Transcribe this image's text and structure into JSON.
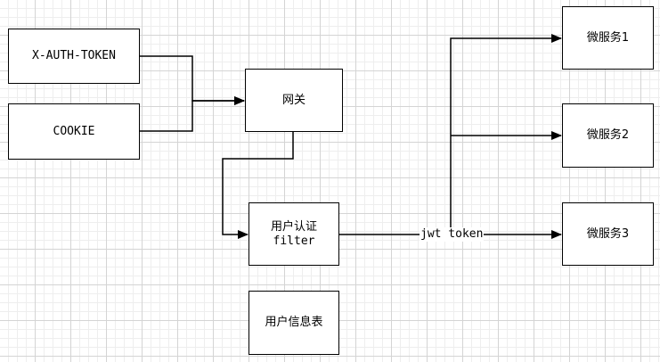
{
  "nodes": {
    "x_auth_token": "X-AUTH-TOKEN",
    "cookie": "COOKIE",
    "gateway": "网关",
    "auth_filter_line1": "用户认证",
    "auth_filter_line2": "filter",
    "user_table": "用户信息表",
    "service1": "微服务1",
    "service2": "微服务2",
    "service3": "微服务3"
  },
  "edge_labels": {
    "jwt_token": "jwt token"
  },
  "colors": {
    "line": "#000000",
    "grid": "#d4d4d4",
    "background": "#ffffff"
  }
}
